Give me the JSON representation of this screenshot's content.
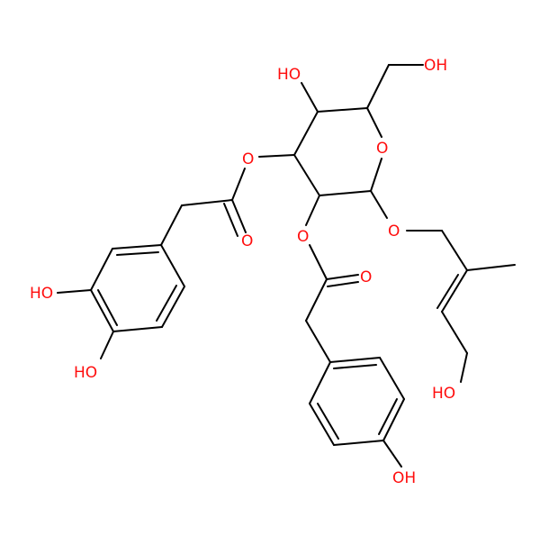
{
  "colors": {
    "bond": "#000000",
    "oxygen": "#ff0d0d",
    "background": "#ffffff"
  },
  "labels": {
    "ho_top": "HO",
    "oh_top_right": "OH",
    "ring_o": "O",
    "ester_o_upper": "O",
    "carbonyl_o_upper": "O",
    "ester_o_lower": "O",
    "carbonyl_o_lower": "O",
    "ether_o": "O",
    "ho_catechol_meta": "HO",
    "ho_catechol_para": "HO",
    "ho_allylic": "HO",
    "oh_phenol": "OH"
  }
}
